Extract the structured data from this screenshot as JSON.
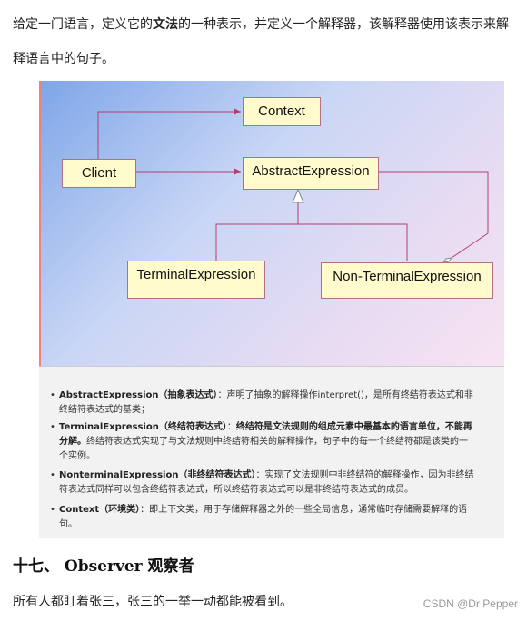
{
  "intro": {
    "part1": "给定一门语言，定义它的",
    "bold": "文法",
    "part2": "的一种表示，并定义一个解释器，该解释器使用该表示来解释语言中的句子。"
  },
  "diagram": {
    "context": "Context",
    "client": "Client",
    "abstract_expression": "AbstractExpression",
    "terminal_expression": "TerminalExpression",
    "nonterminal_expression": "Non-TerminalExpression"
  },
  "bullets": [
    {
      "term": "AbstractExpression（抽象表达式）",
      "sep": "：",
      "bold_text": "",
      "text": "声明了抽象的解释操作interpret()，是所有终结符表达式和非终结符表达式的基类；"
    },
    {
      "term": "TerminalExpression（终结符表达式）",
      "sep": "：",
      "bold_text": "终结符是文法规则的组成元素中最基本的语言单位，不能再分解。",
      "text": "终结符表达式实现了与文法规则中终结符相关的解释操作，句子中的每一个终结符都是该类的一个实例。"
    },
    {
      "term": "NonterminalExpression（非终结符表达式）",
      "sep": "：",
      "bold_text": "",
      "text": "实现了文法规则中非终结符的解释操作，因为非终结符表达式同样可以包含终结符表达式，所以终结符表达式可以是非终结符表达式的成员。"
    },
    {
      "term": "Context（环境类）",
      "sep": "：",
      "bold_text": "",
      "text": "即上下文类，用于存储解释器之外的一些全局信息，通常临时存储需要解释的语句。"
    }
  ],
  "section": {
    "heading": "十七、  Observer 观察者",
    "text": "所有人都盯着张三，张三的一举一动都能被看到。"
  },
  "watermark": "CSDN @Dr Pepper"
}
